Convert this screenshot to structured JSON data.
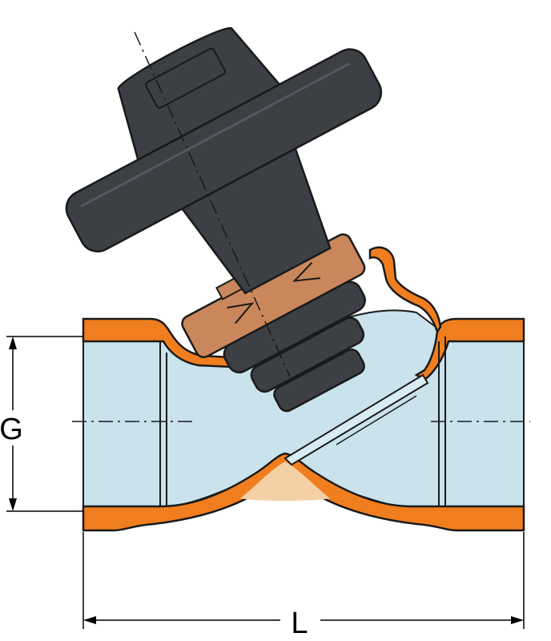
{
  "dimensions": {
    "g_label": "G",
    "l_label": "L"
  },
  "colors": {
    "body_fill": "#f07e1e",
    "body_outline": "#1a1a1a",
    "water_fill": "#c9e2ec",
    "handle_fill": "#3c3f44",
    "bonnet_fill": "#c9875b",
    "seat_fill": "#f5cfa5",
    "dim_line": "#000000"
  },
  "parts": [
    "valve-body",
    "handwheel",
    "spindle-housing",
    "bonnet-nut",
    "valve-seat",
    "disc",
    "flow-channel"
  ]
}
